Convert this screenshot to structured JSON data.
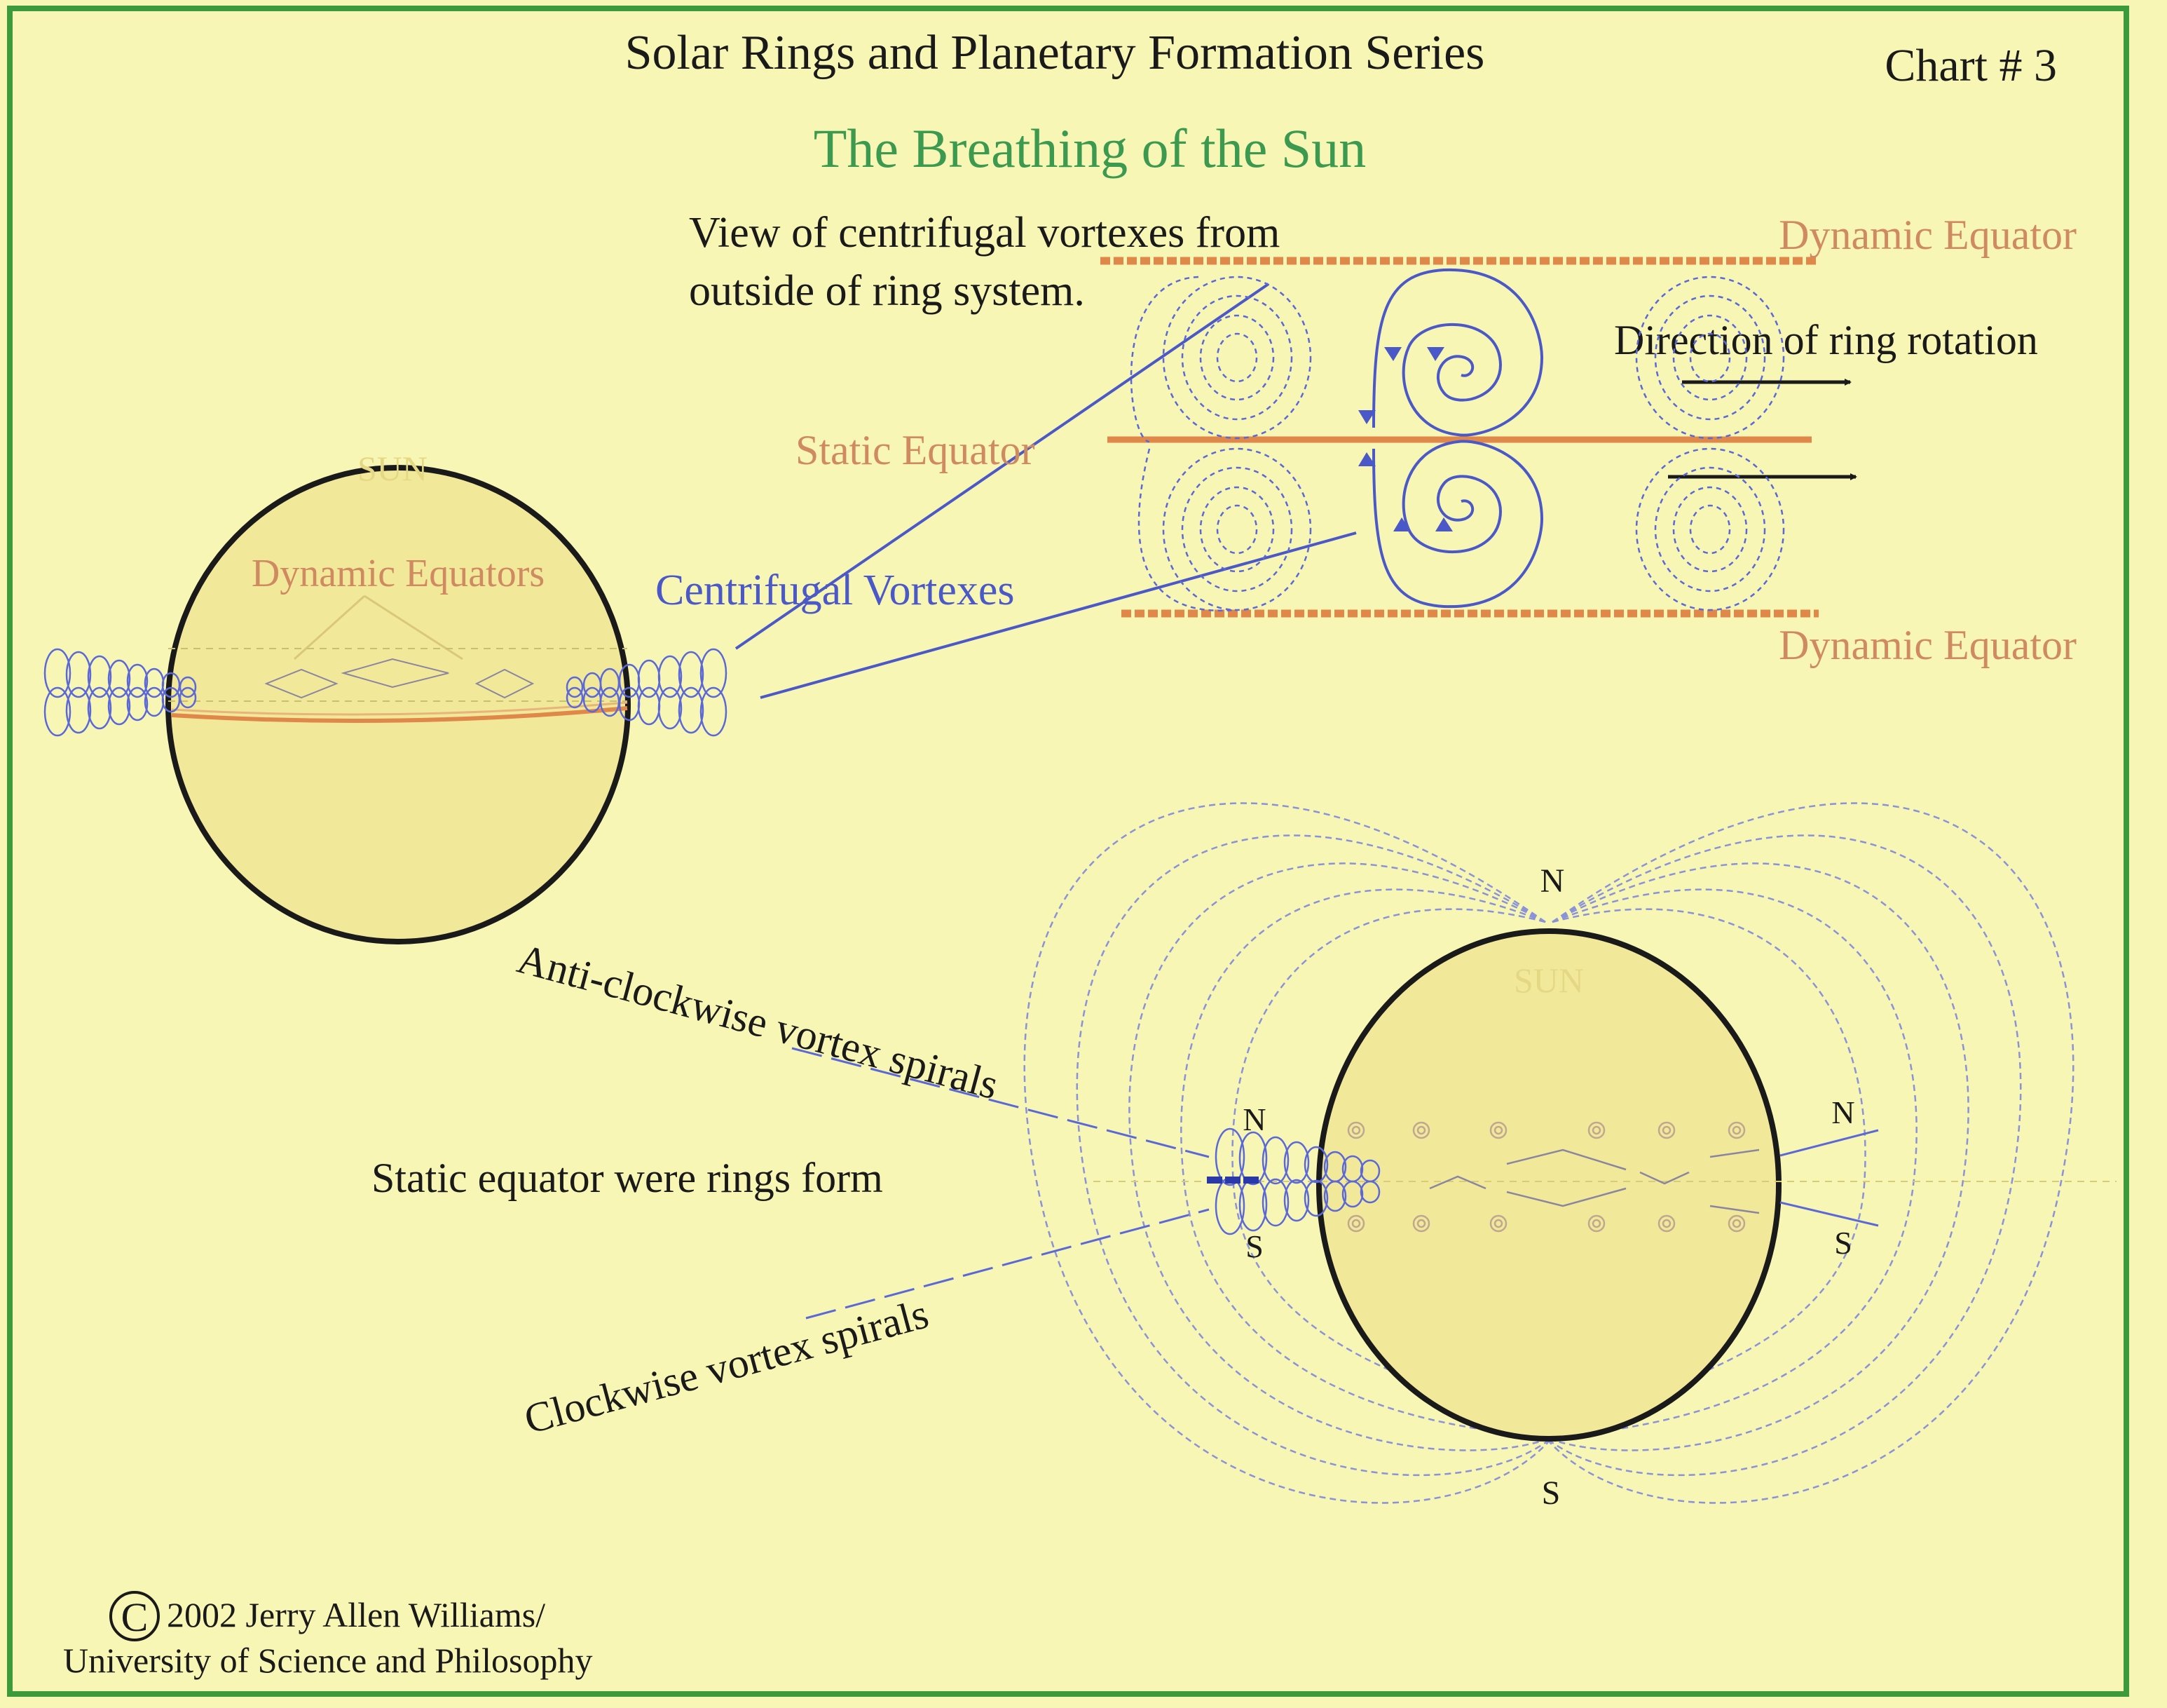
{
  "header": {
    "title": "Solar Rings and Planetary Formation Series",
    "chart_number": "Chart # 3",
    "subtitle": "The Breathing of the Sun"
  },
  "left_sun": {
    "name": "SUN",
    "dynamic_equators_label": "Dynamic Equators"
  },
  "ring_view": {
    "caption_line1": "View of centrifugal vortexes from",
    "caption_line2": "outside of ring system.",
    "dynamic_equator_top": "Dynamic Equator",
    "dynamic_equator_bottom": "Dynamic Equator",
    "static_equator": "Static Equator",
    "centrifugal_vortexes": "Centrifugal Vortexes",
    "direction_label": "Direction of ring rotation"
  },
  "right_sun": {
    "name": "SUN",
    "pole_north": "N",
    "pole_south": "S",
    "left_north": "N",
    "left_south": "S",
    "right_north": "N",
    "right_south": "S"
  },
  "annotations": {
    "anti_clockwise": "Anti-clockwise vortex spirals",
    "static_equator_rings": "Static equator were rings form",
    "clockwise": "Clockwise vortex spirals"
  },
  "copyright": {
    "symbol": "C",
    "line1": "2002 Jerry Allen Williams/",
    "line2": "University of Science and Philosophy"
  },
  "colors": {
    "background": "#f8f6b4",
    "border": "#3c9a3c",
    "sun_fill": "#f2e89a",
    "sun_outline": "#1a1a1a",
    "vortex_blue": "#4a58c8",
    "equator_orange": "#e0884a",
    "subtitle_green": "#3c9a50",
    "label_orange": "#d08a62",
    "text_dark": "#1a1a1a"
  }
}
